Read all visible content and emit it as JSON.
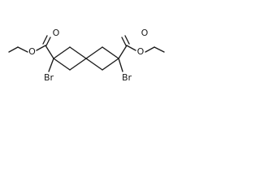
{
  "molecule": {
    "atom_color": "#1a1a1a",
    "background_color": "#ffffff",
    "labels": {
      "o_left_ether": "O",
      "o_left_carbonyl": "O",
      "o_right_carbonyl": "O",
      "o_right_ether": "O",
      "br_left": "Br",
      "br_right": "Br"
    }
  }
}
